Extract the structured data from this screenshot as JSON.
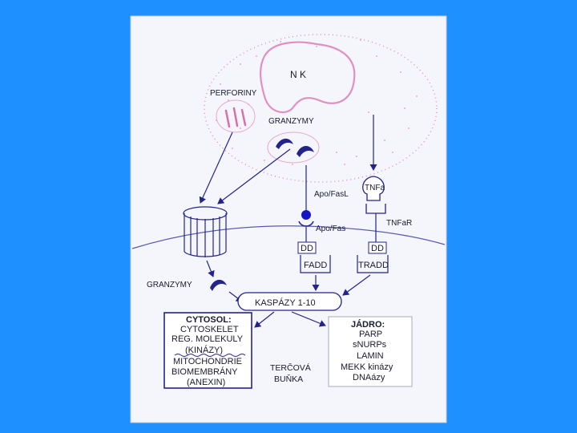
{
  "labels": {
    "nk": "N K",
    "perforiny": "PERFORINY",
    "granzymy_top": "GRANZYMY",
    "apo_fasl": "Apo/FasL",
    "apo_fas": "Apo/Fas",
    "tnfa": "TNFa",
    "tnfar": "TNFaR",
    "dd_left": "DD",
    "dd_right": "DD",
    "fadd": "FADD",
    "tradd": "TRADD",
    "granzymy_bottom": "GRANZYMY",
    "kaspazy": "KASPÁZY 1-10",
    "tercova": "TERČOVÁ",
    "bunka": "BUŇKA"
  },
  "cytosol": {
    "title": "CYTOSOL:",
    "items": [
      "CYTOSKELET",
      "REG. MOLEKULY",
      "(KINÁZY)",
      "MITOCHONDRIE",
      "BIOMEMBRÁNY",
      "(ANEXIN)"
    ]
  },
  "jadro": {
    "title": "JÁDRO:",
    "items": [
      "PARP",
      "sNURPs",
      "LAMIN",
      "MEKK kinázy",
      "DNAázy"
    ]
  },
  "colors": {
    "background": "#1e90ff",
    "panel": "#f4f6fb",
    "arrow": "#23238e",
    "nk_cell": "#e090c0",
    "ligand_dot": "#1515c8"
  }
}
